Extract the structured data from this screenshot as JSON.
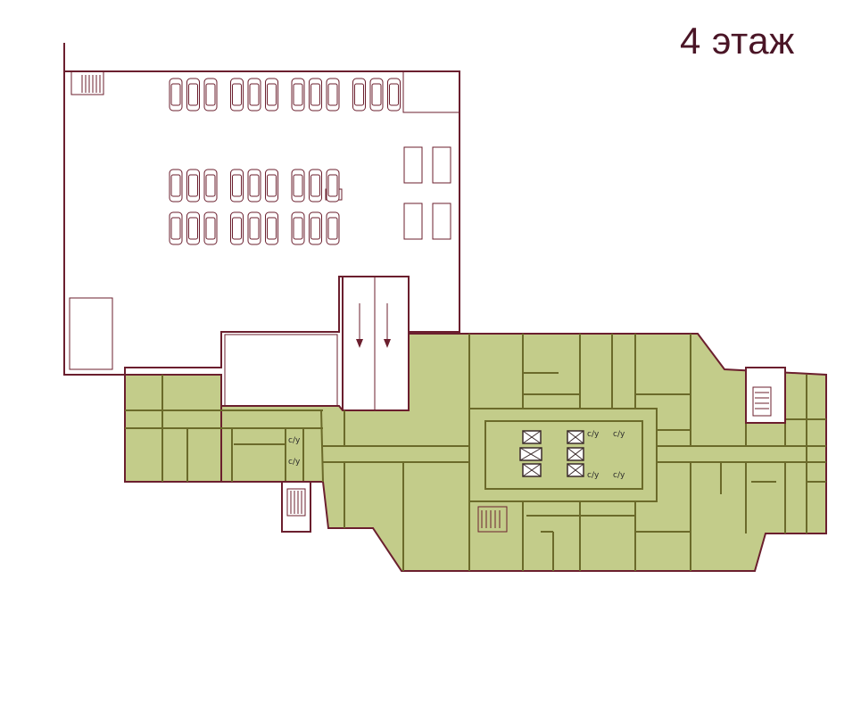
{
  "title": "4 этаж",
  "wc_label": "с/у",
  "colors": {
    "office_fill": "#c3cc8a",
    "wall": "#6b1f2e",
    "partition": "#6b6a2a",
    "title": "#4a1526"
  },
  "parking": {
    "rows": [
      12,
      9,
      9
    ]
  }
}
